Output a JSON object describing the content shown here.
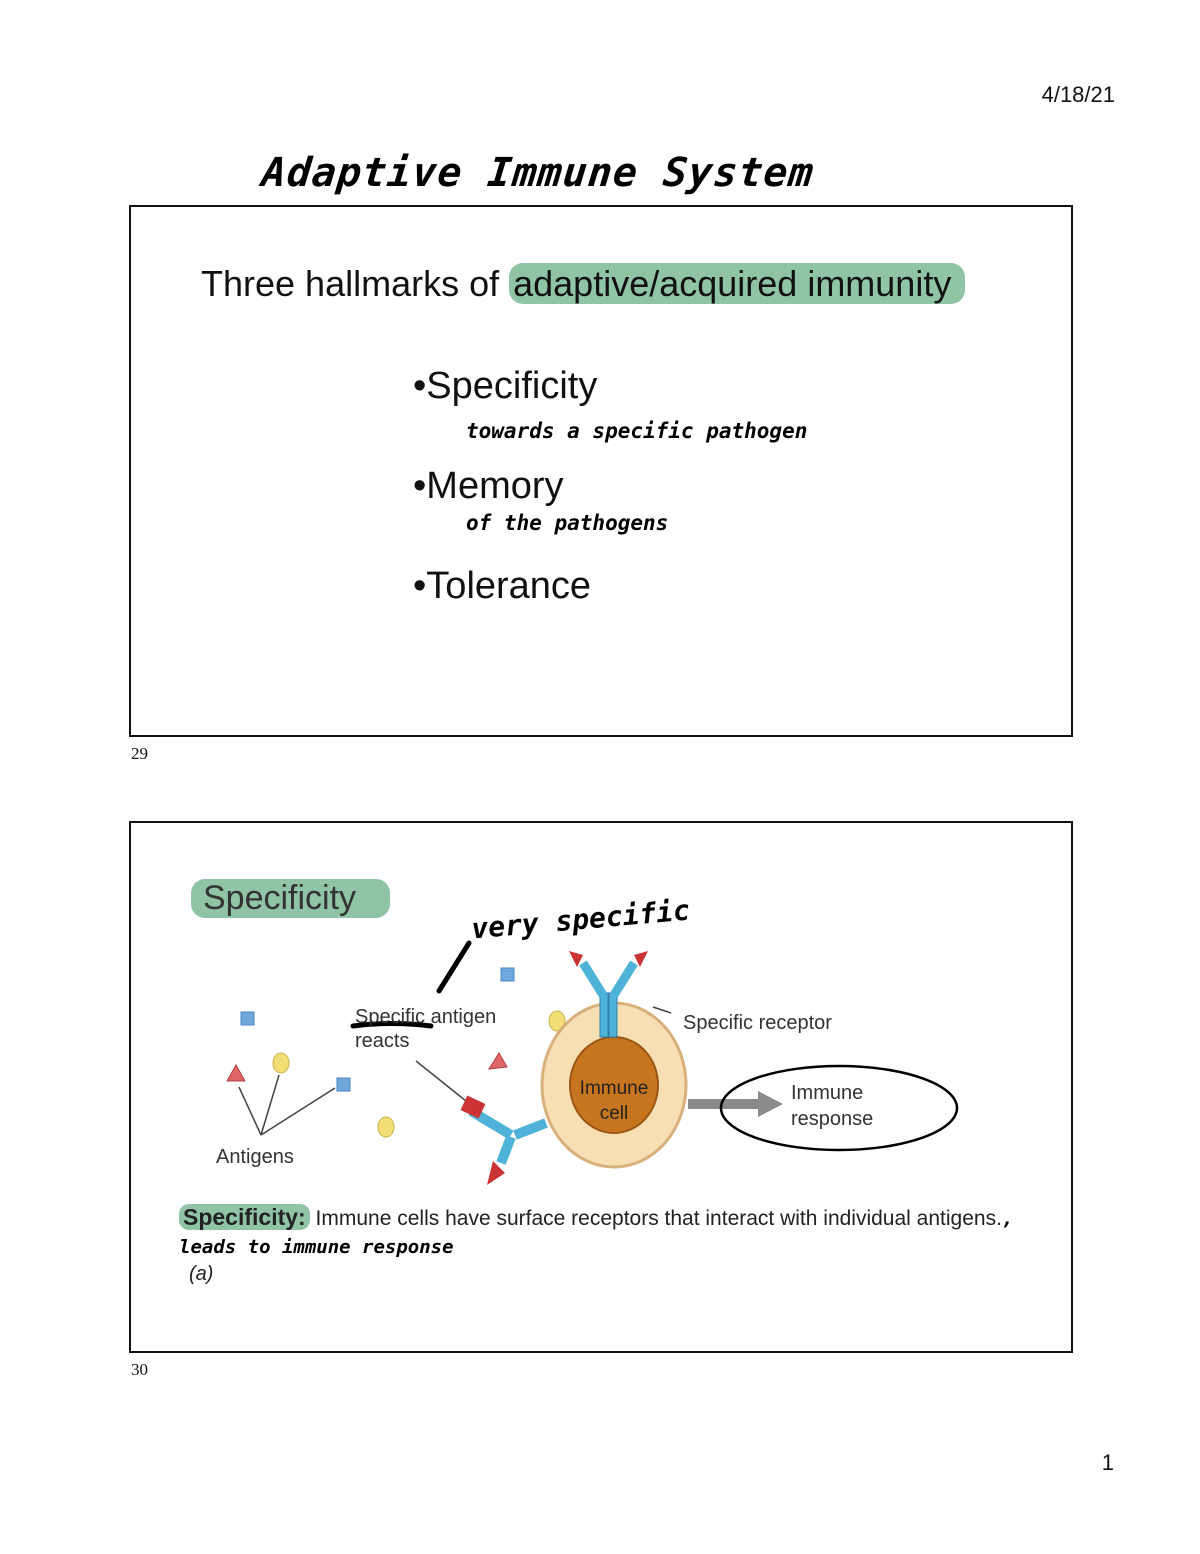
{
  "page": {
    "date": "4/18/21",
    "number": "1"
  },
  "handwritten_title": "Adaptive Immune System",
  "slide1": {
    "label": "29",
    "heading_prefix": "Three hallmarks of ",
    "heading_highlight": "adaptive/acquired immunity",
    "bullets": [
      {
        "text": "•Specificity",
        "note": "towards a specific pathogen"
      },
      {
        "text": "•Memory",
        "note": "of the pathogens"
      },
      {
        "text": "•Tolerance",
        "note": ""
      }
    ]
  },
  "slide2": {
    "label": "30",
    "heading": "Specificity",
    "handwritten_note": "very specific",
    "diagram": {
      "label_specific_antigen": "Specific antigen",
      "label_reacts": "reacts",
      "label_specific_receptor": "Specific receptor",
      "label_antigens": "Antigens",
      "cell_line1": "Immune",
      "cell_line2": "cell",
      "response_line1": "Immune",
      "response_line2": "response"
    },
    "caption_term": "Specificity:",
    "caption_text": " Immune cells have surface receptors that interact with individual antigens.",
    "caption_note": ", leads to immune response",
    "panel_letter": "(a)"
  }
}
